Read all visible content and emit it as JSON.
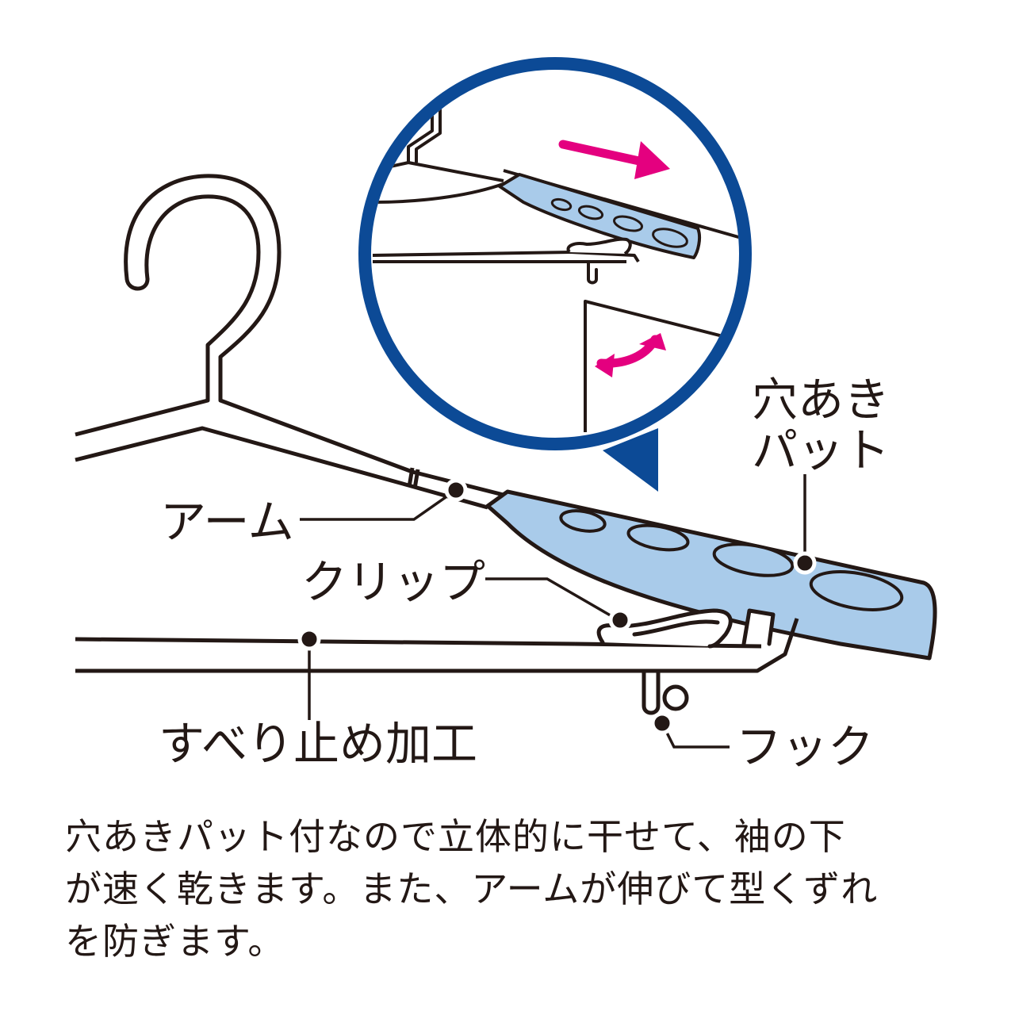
{
  "labels": {
    "pad_line1": "穴あき",
    "pad_line2": "パット",
    "arm": "アーム",
    "clip": "クリップ",
    "non_slip": "すべり止め加工",
    "hook": "フック"
  },
  "caption": {
    "line1": "穴あきパット付なので立体的に干せて、袖の下",
    "line2": "が速く乾きます。また、アームが伸びて型くずれ",
    "line3": "を防ぎます。"
  },
  "colors": {
    "outline": "#231815",
    "pad_fill": "#a9cbea",
    "zoom_ring": "#0c4a96",
    "arrow": "#e4007f"
  }
}
